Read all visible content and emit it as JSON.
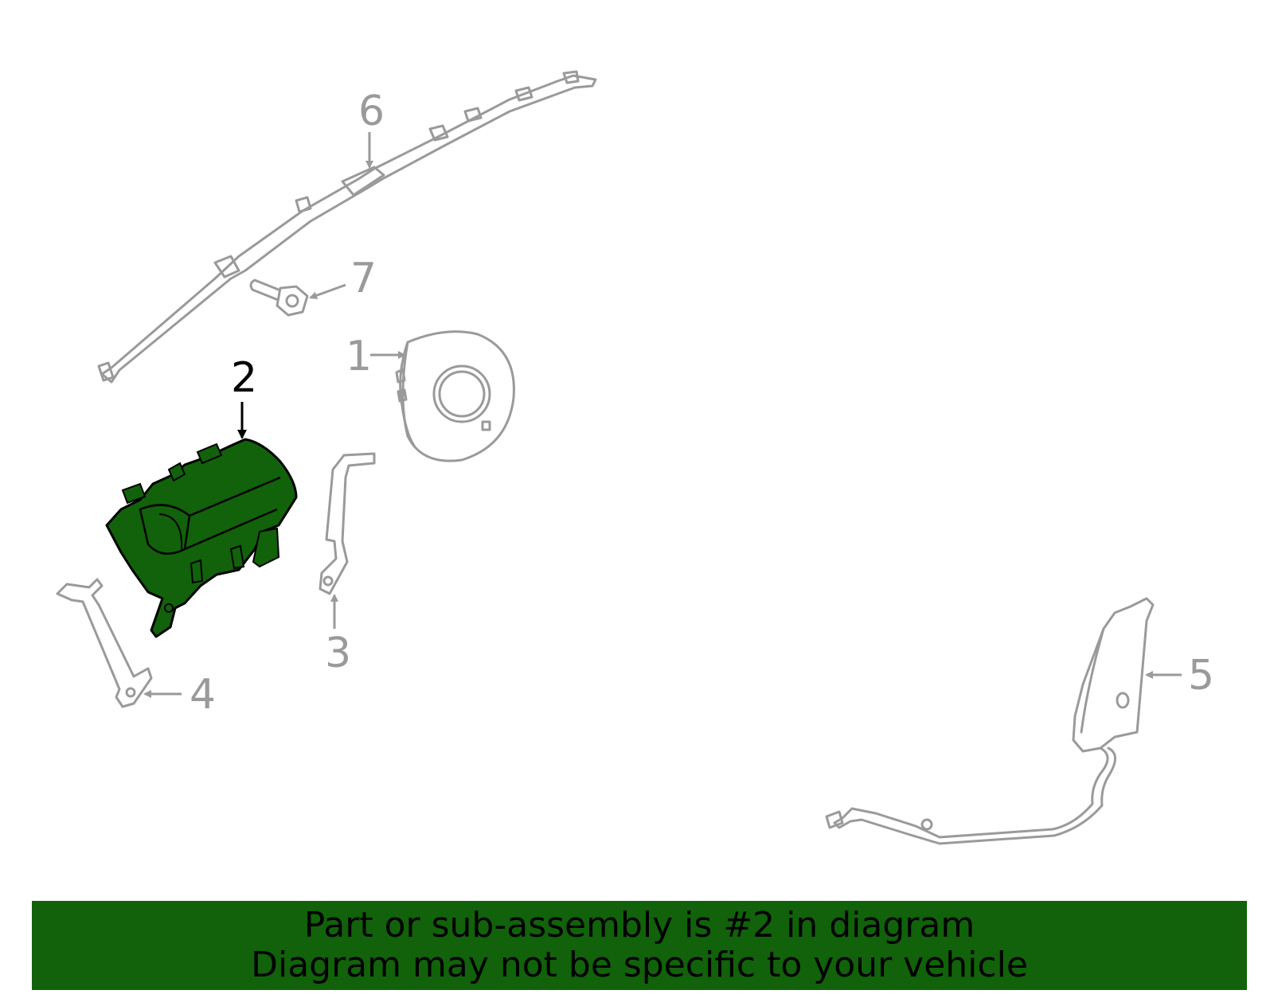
{
  "colors": {
    "highlight": "#11620a",
    "outline": "#9a9a9a",
    "active_label": "#000000"
  },
  "callouts": {
    "c1": "1",
    "c2": "2",
    "c3": "3",
    "c4": "4",
    "c5": "5",
    "c6": "6",
    "c7": "7"
  },
  "banner": {
    "line1": "Part or sub-assembly is #2 in diagram",
    "line2": "Diagram may not be specific to your vehicle"
  }
}
